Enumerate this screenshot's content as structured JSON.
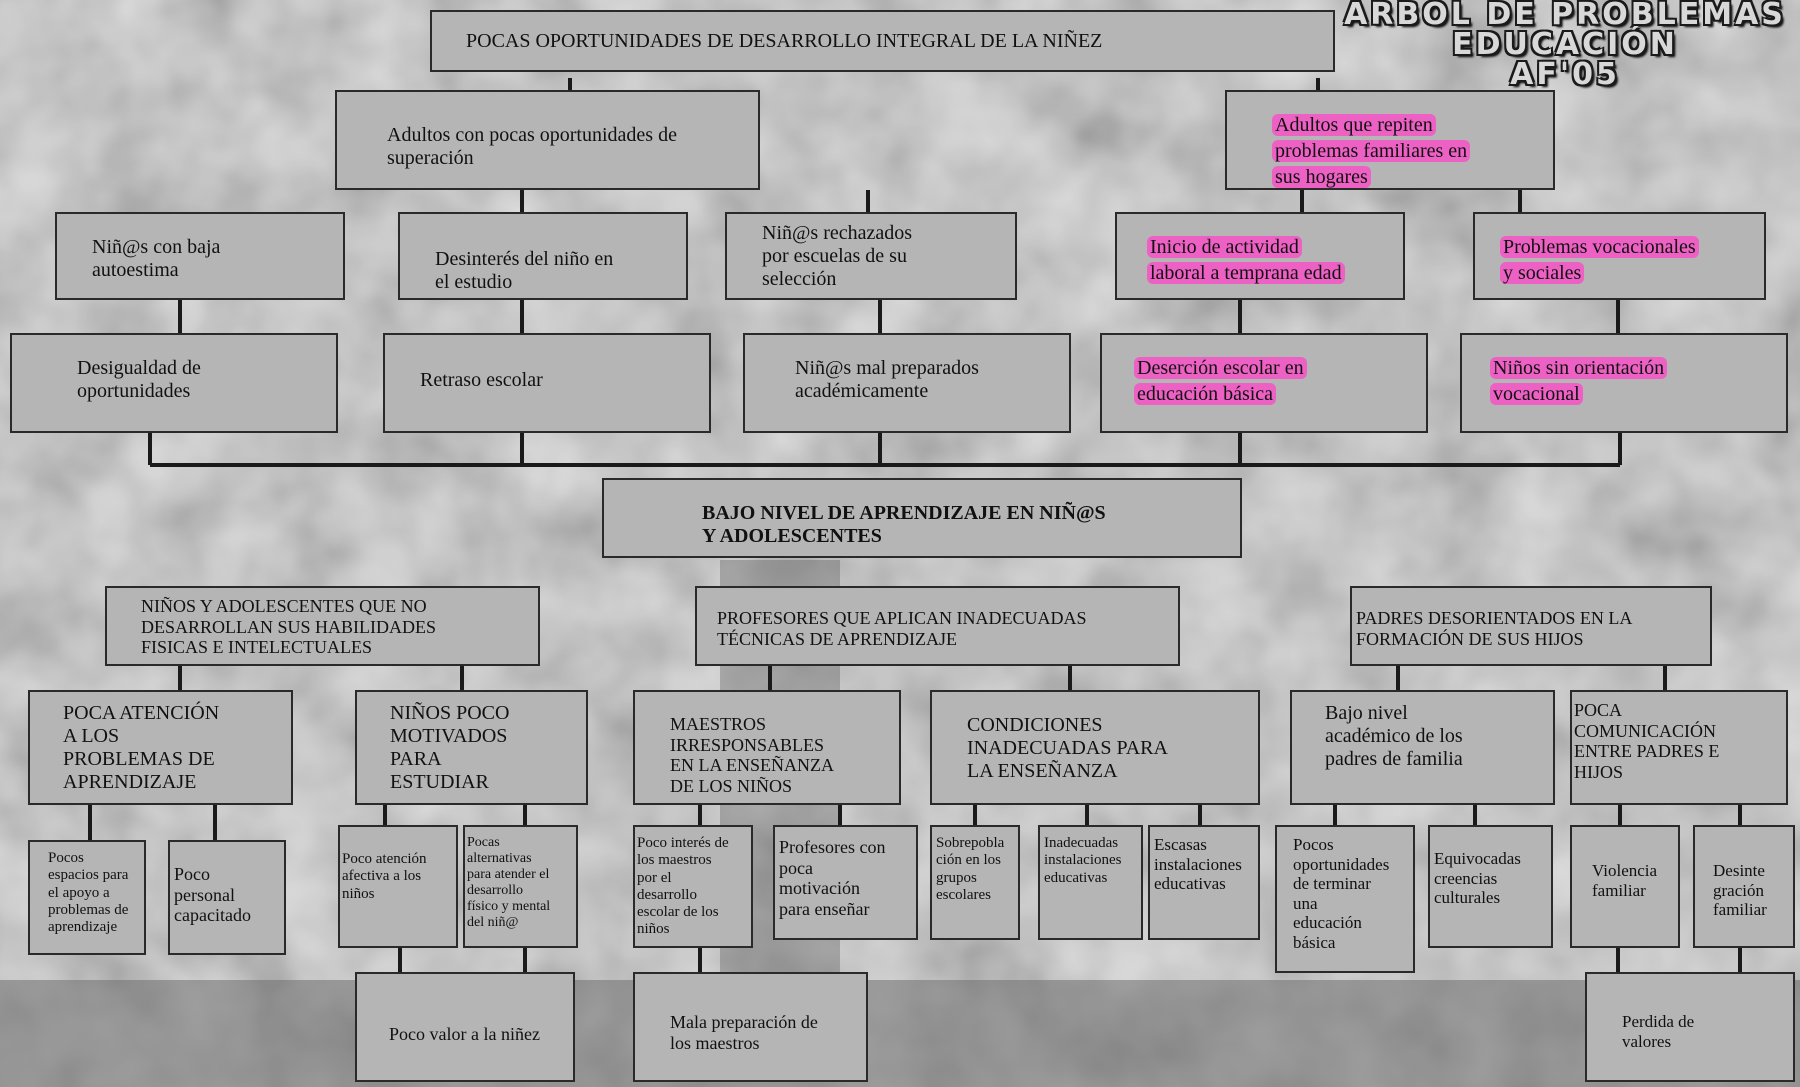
{
  "stamp": {
    "line1": "ARBOL DE PROBLEMAS",
    "line2": "EDUCACIÓN",
    "line3": "AF'05"
  },
  "effects": {
    "top": "POCAS OPORTUNIDADES DE DESARROLLO INTEGRAL DE LA NIÑEZ",
    "adultos_superacion": "Adultos con pocas oportunidades de\nsuperación",
    "adultos_repiten": "Adultos que repiten\nproblemas familiares en\nsus hogares",
    "baja_autoestima": "Niñ@s con baja\nautoestima",
    "desinteres": "Desinterés del niño en\nel estudio",
    "rechazados": "Niñ@s rechazados\npor escuelas de su\nselección",
    "actividad_laboral": "Inicio de actividad\nlaboral a temprana edad",
    "vocacionales": "Problemas vocacionales\ny sociales",
    "desigualdad": "Desigualdad de\noportunidades",
    "retraso": "Retraso escolar",
    "mal_preparados": "Niñ@s mal preparados\nacadémicamente",
    "desercion": "Deserción escolar en\neducación básica",
    "sin_orientacion": "Niños sin orientación\nvocacional"
  },
  "central_problem": "BAJO NIVEL DE APRENDIZAJE EN NIÑ@S\nY ADOLESCENTES",
  "causes": {
    "habilidades": "NIÑOS Y ADOLESCENTES QUE NO\nDESARROLLAN SUS HABILIDADES\nFISICAS E INTELECTUALES",
    "profesores": "PROFESORES QUE APLICAN INADECUADAS\nTÉCNICAS DE APRENDIZAJE",
    "padres": "PADRES DESORIENTADOS EN LA\nFORMACIÓN DE SUS HIJOS",
    "poca_atencion": "POCA ATENCIÓN\nA LOS\nPROBLEMAS DE\nAPRENDIZAJE",
    "poco_motivados": "NIÑOS POCO\nMOTIVADOS\nPARA\nESTUDIAR",
    "irresponsables": "MAESTROS\nIRRESPONSABLES\nEN  LA ENSEÑANZA\nDE LOS NIÑOS",
    "condiciones": "CONDICIONES\nINADECUADAS PARA\nLA ENSEÑANZA",
    "bajo_nivel_padres": "Bajo nivel\nacadémico de los\npadres de familia",
    "poca_comunicacion": "POCA\nCOMUNICACIÓN\nENTRE PADRES E\nHIJOS",
    "pocos_espacios": "Pocos\nespacios para\nel apoyo a\nproblemas de\naprendizaje",
    "poco_personal": "Poco\npersonal\ncapacitado",
    "atencion_afectiva": "Poco atención\nafectiva a los\nniños",
    "pocas_alternativas": "Pocas\nalternativas\npara atender el\ndesarrollo\nfísico y mental\ndel niñ@",
    "poco_interes": "Poco interés de\nlos maestros\npor el\ndesarrollo\nescolar de los\nniños",
    "poca_motivacion": "Profesores con\npoca\nmotivación\npara enseñar",
    "sobrepoblacion": "Sobrepobla\nción en los\ngrupos\nescolares",
    "instalaciones_inadecuadas": "Inadecuadas\ninstalaciones\neducativas",
    "escasas_instalaciones": "Escasas\ninstalaciones\neducativas",
    "pocas_oportunidades": "Pocos\noportunidades\nde terminar\nuna\neducación\nbásica",
    "creencias": "Equivocadas\ncreencias\nculturales",
    "violencia": "Violencia\nfamiliar",
    "desintegracion": "Desinte\ngración\nfamiliar",
    "valor_ninez": "Poco valor a la niñez",
    "mala_preparacion": "Mala preparación de\nlos maestros",
    "perdida_valores": "Perdida de\nvalores"
  },
  "colors": {
    "box_fill": "#b5b5b5",
    "border": "#2a2a2a",
    "highlight": "#ff46c8"
  }
}
